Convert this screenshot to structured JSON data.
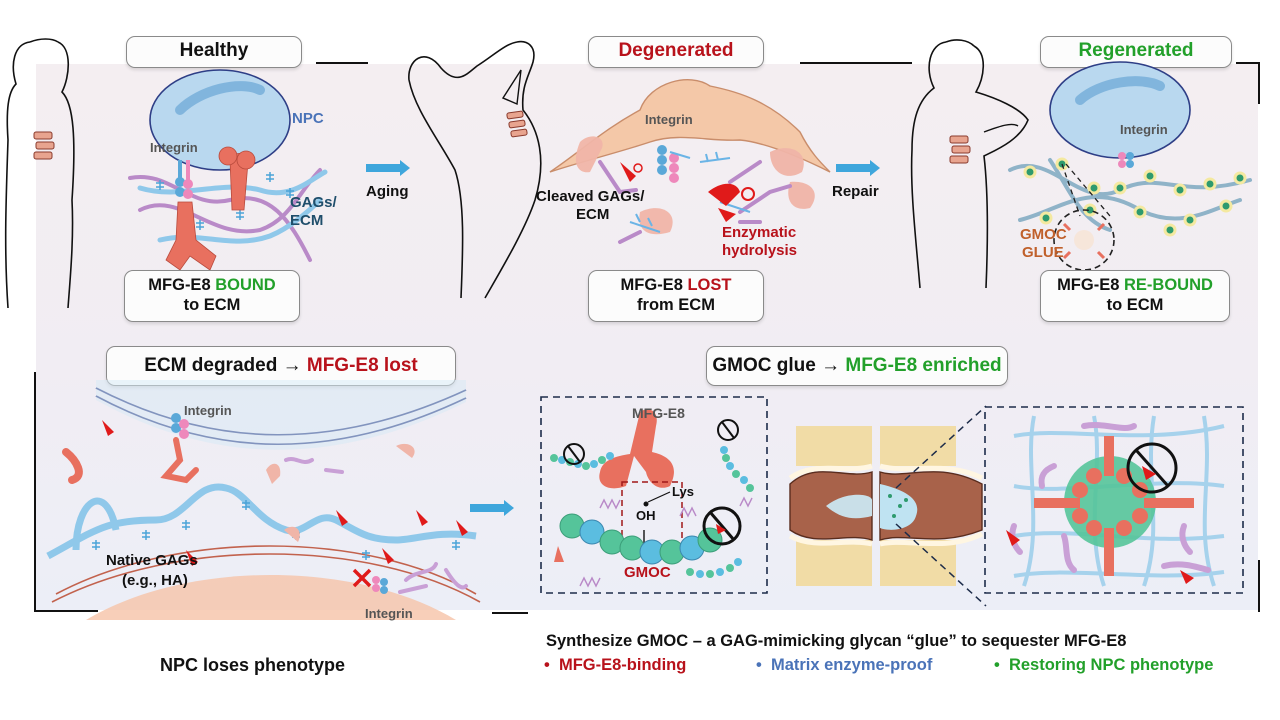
{
  "top_row": {
    "stages": [
      {
        "title": "Healthy",
        "title_color": "#111111",
        "cell_label": "NPC",
        "integrin_label": "Integrin",
        "matrix_label_1": "GAGs/",
        "matrix_label_2": "ECM",
        "caption_prefix": "MFG-E8",
        "caption_status": "BOUND",
        "caption_status_color": "#22a02a",
        "caption_line2": "to ECM"
      },
      {
        "title": "Degenerated",
        "title_color": "#b8121b",
        "integrin_label": "Integrin",
        "matrix_label_1": "Cleaved GAGs/",
        "matrix_label_2": "ECM",
        "enzyme_label_1": "Enzymatic",
        "enzyme_label_2": "hydrolysis",
        "caption_prefix": "MFG-E8",
        "caption_status": "LOST",
        "caption_status_color": "#b8121b",
        "caption_line2": "from ECM"
      },
      {
        "title": "Regenerated",
        "title_color": "#22a02a",
        "integrin_label": "Integrin",
        "glue_label_1": "GMOC",
        "glue_label_2": "GLUE",
        "caption_prefix": "MFG-E8",
        "caption_status": "RE-BOUND",
        "caption_status_color": "#22a02a",
        "caption_line2": "to ECM"
      }
    ],
    "transitions": [
      {
        "label": "Aging",
        "icon": "arrow-right-icon"
      },
      {
        "label": "Repair",
        "icon": "arrow-right-icon"
      }
    ]
  },
  "bottom_left": {
    "heading_prefix": "ECM degraded",
    "heading_arrow": "→",
    "heading_suffix": "MFG-E8 lost",
    "integrin_top_label": "Integrin",
    "integrin_bottom_label": "Integrin",
    "gag_label_1": "Native GAGs",
    "gag_label_2": "(e.g., HA)",
    "footer": "NPC loses phenotype"
  },
  "bottom_right": {
    "heading_prefix": "GMOC glue",
    "heading_arrow": "→",
    "heading_suffix": "MFG-E8 enriched",
    "inset_protein_label": "MFG-E8",
    "inset_residue_label": "Lys",
    "inset_group_label": "OH",
    "inset_polymer_label": "GMOC"
  },
  "summary": {
    "line": "Synthesize GMOC – a GAG-mimicking glycan “glue” to sequester MFG-E8",
    "bullets": [
      {
        "text": "MFG-E8-binding",
        "color": "#b8121b"
      },
      {
        "text": "Matrix enzyme-proof",
        "color": "#4a73b8"
      },
      {
        "text": "Restoring NPC phenotype",
        "color": "#22a02a"
      }
    ],
    "bullet_glyph": "•"
  },
  "colors": {
    "arrow": "#3ea6dc",
    "protein": "#e8705f",
    "gag": "#8fc8ea",
    "collagen": "#b98ac8",
    "gmoc_green": "#55c49a",
    "gmoc_blue": "#5bbde0",
    "scissors": "#e01a1a",
    "cell": "#b9d8ef",
    "cell_edge": "#2e3e86"
  }
}
